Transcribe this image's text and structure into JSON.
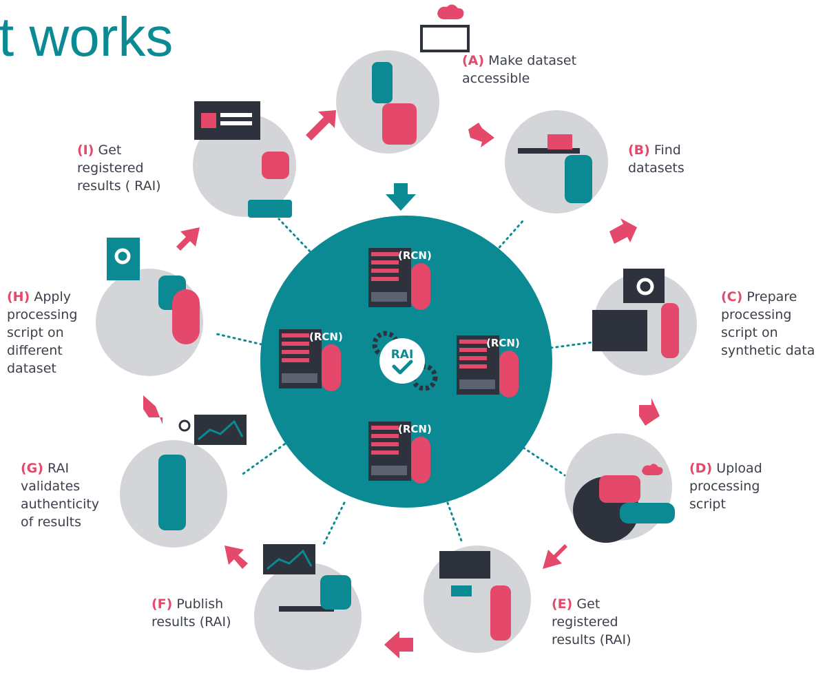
{
  "title": "t works",
  "colors": {
    "teal": "#0b8a93",
    "pink": "#e4486a",
    "grey_circle": "#d3d5d8",
    "dark": "#2d323d",
    "server_red": "#e4486a"
  },
  "center": {
    "badge": "RAI",
    "nodes": [
      "(RCN)",
      "(RCN)",
      "(RCN)",
      "(RCN)"
    ]
  },
  "steps": [
    {
      "code": "(A)",
      "text": "Make dataset\naccessible"
    },
    {
      "code": "(B)",
      "text": "Find\ndatasets"
    },
    {
      "code": "(C)",
      "text": "Prepare\nprocessing\nscript on\nsynthetic data"
    },
    {
      "code": "(D)",
      "text": "Upload\nprocessing\nscript"
    },
    {
      "code": "(E)",
      "text": "Get\nregistered\nresults (RAI)"
    },
    {
      "code": "(F)",
      "text": "Publish\nresults (RAI)"
    },
    {
      "code": "(G)",
      "text": "RAI\nvalidates\nauthenticity\nof results"
    },
    {
      "code": "(H)",
      "text": "Apply\nprocessing\nscript on\ndifferent\ndataset"
    },
    {
      "code": "(I)",
      "text": "Get\nregistered\nresults ( RAI)"
    }
  ],
  "icons": [
    "cloud-upload-icon",
    "gear-icon",
    "checkmark-icon",
    "magnifier-icon",
    "chart-icon",
    "laptop-icon"
  ]
}
